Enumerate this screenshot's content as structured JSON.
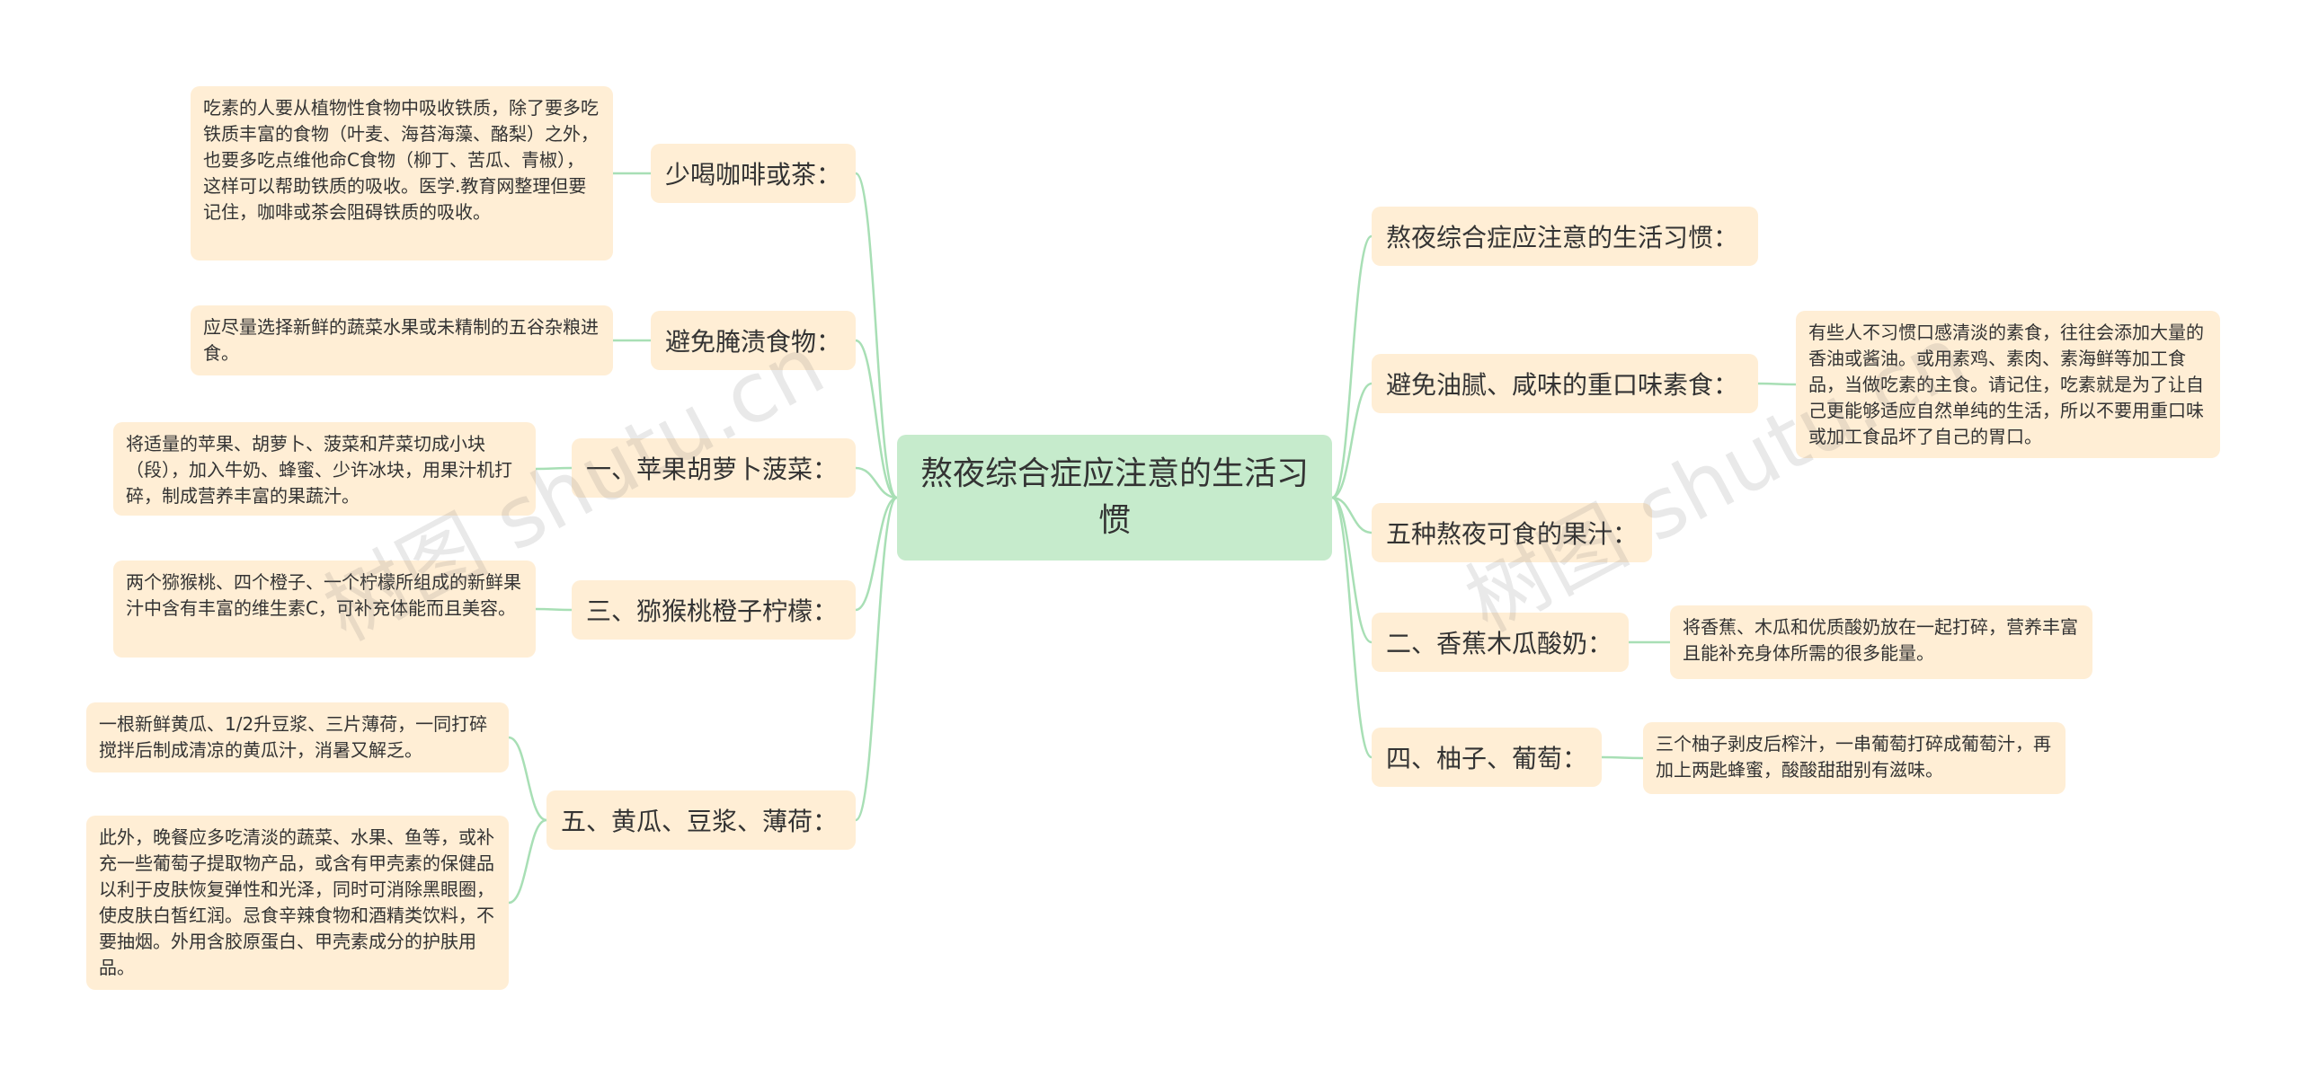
{
  "root": {
    "title": "熬夜综合症应注意的生活习惯"
  },
  "left": [
    {
      "label": "少喝咖啡或茶：",
      "notes": [
        "吃素的人要从植物性食物中吸收铁质，除了要多吃铁质丰富的食物（叶麦、海苔海藻、酪梨）之外，也要多吃点维他命C食物（柳丁、苦瓜、青椒），这样可以帮助铁质的吸收。医学.教育网整理但要记住，咖啡或茶会阻碍铁质的吸收。"
      ]
    },
    {
      "label": "避免腌渍食物：",
      "notes": [
        "应尽量选择新鲜的蔬菜水果或未精制的五谷杂粮进食。"
      ]
    },
    {
      "label": "一、苹果胡萝卜菠菜：",
      "notes": [
        "将适量的苹果、胡萝卜、菠菜和芹菜切成小块（段），加入牛奶、蜂蜜、少许冰块，用果汁机打碎，制成营养丰富的果蔬汁。"
      ]
    },
    {
      "label": "三、猕猴桃橙子柠檬：",
      "notes": [
        "两个猕猴桃、四个橙子、一个柠檬所组成的新鲜果汁中含有丰富的维生素C，可补充体能而且美容。"
      ]
    },
    {
      "label": "五、黄瓜、豆浆、薄荷：",
      "notes": [
        "一根新鲜黄瓜、1/2升豆浆、三片薄荷，一同打碎搅拌后制成清凉的黄瓜汁，消暑又解乏。",
        "此外，晚餐应多吃清淡的蔬菜、水果、鱼等，或补充一些葡萄子提取物产品，或含有甲壳素的保健品以利于皮肤恢复弹性和光泽，同时可消除黑眼圈，使皮肤白皙红润。忌食辛辣食物和酒精类饮料，不要抽烟。外用含胶原蛋白、甲壳素成分的护肤用品。"
      ]
    }
  ],
  "right": [
    {
      "label": "熬夜综合症应注意的生活习惯：",
      "notes": []
    },
    {
      "label": "避免油腻、咸味的重口味素食：",
      "notes": [
        "有些人不习惯口感清淡的素食，往往会添加大量的香油或酱油。或用素鸡、素肉、素海鲜等加工食品，当做吃素的主食。请记住，吃素就是为了让自己更能够适应自然单纯的生活，所以不要用重口味或加工食品坏了自己的胃口。"
      ]
    },
    {
      "label": "五种熬夜可食的果汁：",
      "notes": []
    },
    {
      "label": "二、香蕉木瓜酸奶：",
      "notes": [
        "将香蕉、木瓜和优质酸奶放在一起打碎，营养丰富且能补充身体所需的很多能量。"
      ]
    },
    {
      "label": "四、柚子、葡萄：",
      "notes": [
        "三个柚子剥皮后榨汁，一串葡萄打碎成葡萄汁，再加上两匙蜂蜜，酸酸甜甜别有滋味。"
      ]
    }
  ],
  "watermarks": [
    "树图 shutu.cn",
    "树图 shutu.cn"
  ],
  "colors": {
    "root_bg": "#c6ebcc",
    "node_bg": "#ffeed5",
    "connector": "#a8dfb5",
    "text": "#333333"
  }
}
